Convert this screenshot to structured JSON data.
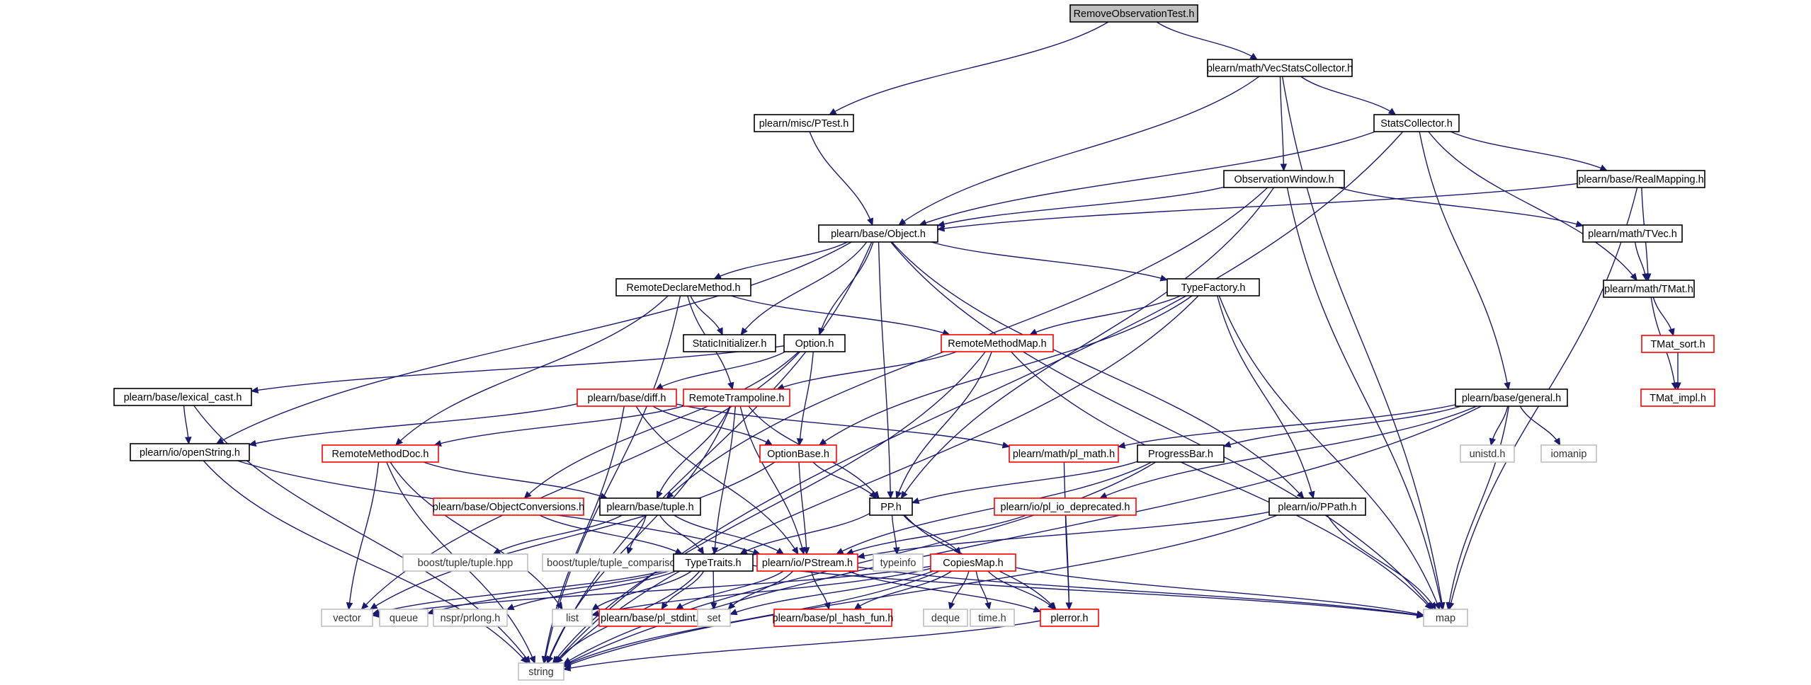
{
  "title": "RemoveObservationTest.h",
  "colors": {
    "edge": "#191970",
    "root_fill": "#bfbfbf",
    "documented_border": "#000000",
    "incomplete_border": "#ff0000",
    "external_border": "#bfbfbf"
  },
  "nodes": {
    "root": {
      "label": "RemoveObservationTest.h",
      "kind": "root",
      "icon": "file-icon"
    },
    "vecstats": {
      "label": "plearn/math/VecStatsCollector.h",
      "kind": "normal"
    },
    "ptest": {
      "label": "plearn/misc/PTest.h",
      "kind": "normal"
    },
    "statscollector": {
      "label": "StatsCollector.h",
      "kind": "normal"
    },
    "obswindow": {
      "label": "ObservationWindow.h",
      "kind": "normal"
    },
    "realmapping": {
      "label": "plearn/base/RealMapping.h",
      "kind": "normal"
    },
    "object": {
      "label": "plearn/base/Object.h",
      "kind": "normal"
    },
    "tvec": {
      "label": "plearn/math/TVec.h",
      "kind": "normal"
    },
    "tmat": {
      "label": "plearn/math/TMat.h",
      "kind": "normal"
    },
    "remotedeclare": {
      "label": "RemoteDeclareMethod.h",
      "kind": "normal"
    },
    "typefactory": {
      "label": "TypeFactory.h",
      "kind": "normal"
    },
    "staticinit": {
      "label": "StaticInitializer.h",
      "kind": "normal"
    },
    "option": {
      "label": "Option.h",
      "kind": "normal"
    },
    "remotemethodmap": {
      "label": "RemoteMethodMap.h",
      "kind": "red"
    },
    "tmatsort": {
      "label": "TMat_sort.h",
      "kind": "red"
    },
    "tmatimpl": {
      "label": "TMat_impl.h",
      "kind": "red"
    },
    "lexicalcast": {
      "label": "plearn/base/lexical_cast.h",
      "kind": "normal"
    },
    "diff": {
      "label": "plearn/base/diff.h",
      "kind": "red"
    },
    "remotetramp": {
      "label": "RemoteTrampoline.h",
      "kind": "red"
    },
    "general": {
      "label": "plearn/base/general.h",
      "kind": "normal"
    },
    "openstring": {
      "label": "plearn/io/openString.h",
      "kind": "normal"
    },
    "remotemethoddoc": {
      "label": "RemoteMethodDoc.h",
      "kind": "red"
    },
    "optionbase": {
      "label": "OptionBase.h",
      "kind": "red"
    },
    "plmath": {
      "label": "plearn/math/pl_math.h",
      "kind": "red"
    },
    "progressbar": {
      "label": "ProgressBar.h",
      "kind": "normal"
    },
    "unistd": {
      "label": "unistd.h",
      "kind": "grey"
    },
    "iomanip": {
      "label": "iomanip",
      "kind": "grey"
    },
    "objconv": {
      "label": "plearn/base/ObjectConversions.h",
      "kind": "red"
    },
    "tuple": {
      "label": "plearn/base/tuple.h",
      "kind": "normal"
    },
    "pp": {
      "label": "PP.h",
      "kind": "normal"
    },
    "pliodep": {
      "label": "plearn/io/pl_io_deprecated.h",
      "kind": "red"
    },
    "ppath": {
      "label": "plearn/io/PPath.h",
      "kind": "normal"
    },
    "boosttuple": {
      "label": "boost/tuple/tuple.hpp",
      "kind": "grey"
    },
    "boosttuplecmp": {
      "label": "boost/tuple/tuple_comparison.hpp",
      "kind": "grey"
    },
    "typetraits": {
      "label": "TypeTraits.h",
      "kind": "normal"
    },
    "pstream": {
      "label": "plearn/io/PStream.h",
      "kind": "red"
    },
    "typeinfo": {
      "label": "typeinfo",
      "kind": "grey"
    },
    "copiesmap": {
      "label": "CopiesMap.h",
      "kind": "red"
    },
    "vector": {
      "label": "vector",
      "kind": "grey"
    },
    "queue": {
      "label": "queue",
      "kind": "grey"
    },
    "prlong": {
      "label": "nspr/prlong.h",
      "kind": "grey"
    },
    "list": {
      "label": "list",
      "kind": "grey"
    },
    "plstdint": {
      "label": "plearn/base/pl_stdint.h",
      "kind": "red"
    },
    "set": {
      "label": "set",
      "kind": "grey"
    },
    "plhash": {
      "label": "plearn/base/pl_hash_fun.h",
      "kind": "red"
    },
    "deque": {
      "label": "deque",
      "kind": "grey"
    },
    "timeh": {
      "label": "time.h",
      "kind": "grey"
    },
    "plerror": {
      "label": "plerror.h",
      "kind": "red"
    },
    "map": {
      "label": "map",
      "kind": "grey"
    },
    "string": {
      "label": "string",
      "kind": "grey"
    }
  },
  "edges": [
    [
      "root",
      "vecstats"
    ],
    [
      "root",
      "ptest"
    ],
    [
      "vecstats",
      "statscollector"
    ],
    [
      "vecstats",
      "obswindow"
    ],
    [
      "vecstats",
      "object"
    ],
    [
      "vecstats",
      "map"
    ],
    [
      "ptest",
      "object"
    ],
    [
      "statscollector",
      "realmapping"
    ],
    [
      "statscollector",
      "object"
    ],
    [
      "statscollector",
      "tmat"
    ],
    [
      "statscollector",
      "general"
    ],
    [
      "statscollector",
      "string"
    ],
    [
      "obswindow",
      "object"
    ],
    [
      "obswindow",
      "tvec"
    ],
    [
      "obswindow",
      "pp"
    ],
    [
      "obswindow",
      "tuple"
    ],
    [
      "obswindow",
      "map"
    ],
    [
      "realmapping",
      "object"
    ],
    [
      "realmapping",
      "tmat"
    ],
    [
      "realmapping",
      "map"
    ],
    [
      "tvec",
      "tmat"
    ],
    [
      "tmat",
      "tmatsort"
    ],
    [
      "tmat",
      "tmatimpl"
    ],
    [
      "tmatsort",
      "tmatimpl"
    ],
    [
      "object",
      "remotedeclare"
    ],
    [
      "object",
      "typefactory"
    ],
    [
      "object",
      "staticinit"
    ],
    [
      "object",
      "option"
    ],
    [
      "object",
      "pp"
    ],
    [
      "object",
      "ppath"
    ],
    [
      "object",
      "openstring"
    ],
    [
      "object",
      "string"
    ],
    [
      "object",
      "map"
    ],
    [
      "remotedeclare",
      "staticinit"
    ],
    [
      "remotedeclare",
      "remotemethodmap"
    ],
    [
      "remotedeclare",
      "remotetramp"
    ],
    [
      "remotedeclare",
      "remotemethoddoc"
    ],
    [
      "remotedeclare",
      "string"
    ],
    [
      "typefactory",
      "remotemethodmap"
    ],
    [
      "typefactory",
      "optionbase"
    ],
    [
      "typefactory",
      "ppath"
    ],
    [
      "typefactory",
      "map"
    ],
    [
      "typefactory",
      "string"
    ],
    [
      "option",
      "optionbase"
    ],
    [
      "option",
      "diff"
    ],
    [
      "option",
      "lexicalcast"
    ],
    [
      "option",
      "objconv"
    ],
    [
      "option",
      "vector"
    ],
    [
      "remotemethodmap",
      "remotetramp"
    ],
    [
      "remotemethodmap",
      "pp"
    ],
    [
      "remotemethodmap",
      "map"
    ],
    [
      "remotemethodmap",
      "string"
    ],
    [
      "lexicalcast",
      "openstring"
    ],
    [
      "lexicalcast",
      "string"
    ],
    [
      "diff",
      "openstring"
    ],
    [
      "diff",
      "optionbase"
    ],
    [
      "diff",
      "plmath"
    ],
    [
      "diff",
      "pstream"
    ],
    [
      "diff",
      "string"
    ],
    [
      "remotetramp",
      "remotemethoddoc"
    ],
    [
      "remotetramp",
      "tuple"
    ],
    [
      "remotetramp",
      "typetraits"
    ],
    [
      "remotetramp",
      "pstream"
    ],
    [
      "remotetramp",
      "pp"
    ],
    [
      "remotetramp",
      "string"
    ],
    [
      "general",
      "plmath"
    ],
    [
      "general",
      "progressbar"
    ],
    [
      "general",
      "pliodep"
    ],
    [
      "general",
      "unistd"
    ],
    [
      "general",
      "iomanip"
    ],
    [
      "general",
      "map"
    ],
    [
      "general",
      "string"
    ],
    [
      "openstring",
      "pstream"
    ],
    [
      "openstring",
      "string"
    ],
    [
      "remotemethoddoc",
      "tuple"
    ],
    [
      "remotemethoddoc",
      "list"
    ],
    [
      "remotemethoddoc",
      "vector"
    ],
    [
      "remotemethoddoc",
      "string"
    ],
    [
      "optionbase",
      "pp"
    ],
    [
      "optionbase",
      "pstream"
    ],
    [
      "optionbase",
      "vector"
    ],
    [
      "plmath",
      "plerror"
    ],
    [
      "progressbar",
      "pp"
    ],
    [
      "progressbar",
      "pstream"
    ],
    [
      "progressbar",
      "string"
    ],
    [
      "objconv",
      "typetraits"
    ],
    [
      "tuple",
      "boosttuple"
    ],
    [
      "tuple",
      "boosttuplecmp"
    ],
    [
      "tuple",
      "typetraits"
    ],
    [
      "tuple",
      "pstream"
    ],
    [
      "pp",
      "typetraits"
    ],
    [
      "pp",
      "typeinfo"
    ],
    [
      "pp",
      "copiesmap"
    ],
    [
      "pp",
      "plerror"
    ],
    [
      "pliodep",
      "pstream"
    ],
    [
      "pliodep",
      "plerror"
    ],
    [
      "ppath",
      "pstream"
    ],
    [
      "ppath",
      "map"
    ],
    [
      "ppath",
      "string"
    ],
    [
      "typetraits",
      "vector"
    ],
    [
      "typetraits",
      "queue"
    ],
    [
      "typetraits",
      "prlong"
    ],
    [
      "typetraits",
      "list"
    ],
    [
      "typetraits",
      "set"
    ],
    [
      "typetraits",
      "map"
    ],
    [
      "typetraits",
      "string"
    ],
    [
      "typetraits",
      "plstdint"
    ],
    [
      "pstream",
      "plstdint"
    ],
    [
      "pstream",
      "set"
    ],
    [
      "pstream",
      "plhash"
    ],
    [
      "pstream",
      "plerror"
    ],
    [
      "pstream",
      "map"
    ],
    [
      "copiesmap",
      "vector"
    ],
    [
      "copiesmap",
      "list"
    ],
    [
      "copiesmap",
      "set"
    ],
    [
      "copiesmap",
      "plhash"
    ],
    [
      "copiesmap",
      "deque"
    ],
    [
      "copiesmap",
      "timeh"
    ],
    [
      "copiesmap",
      "plerror"
    ],
    [
      "copiesmap",
      "map"
    ],
    [
      "copiesmap",
      "string"
    ],
    [
      "plerror",
      "string"
    ]
  ]
}
